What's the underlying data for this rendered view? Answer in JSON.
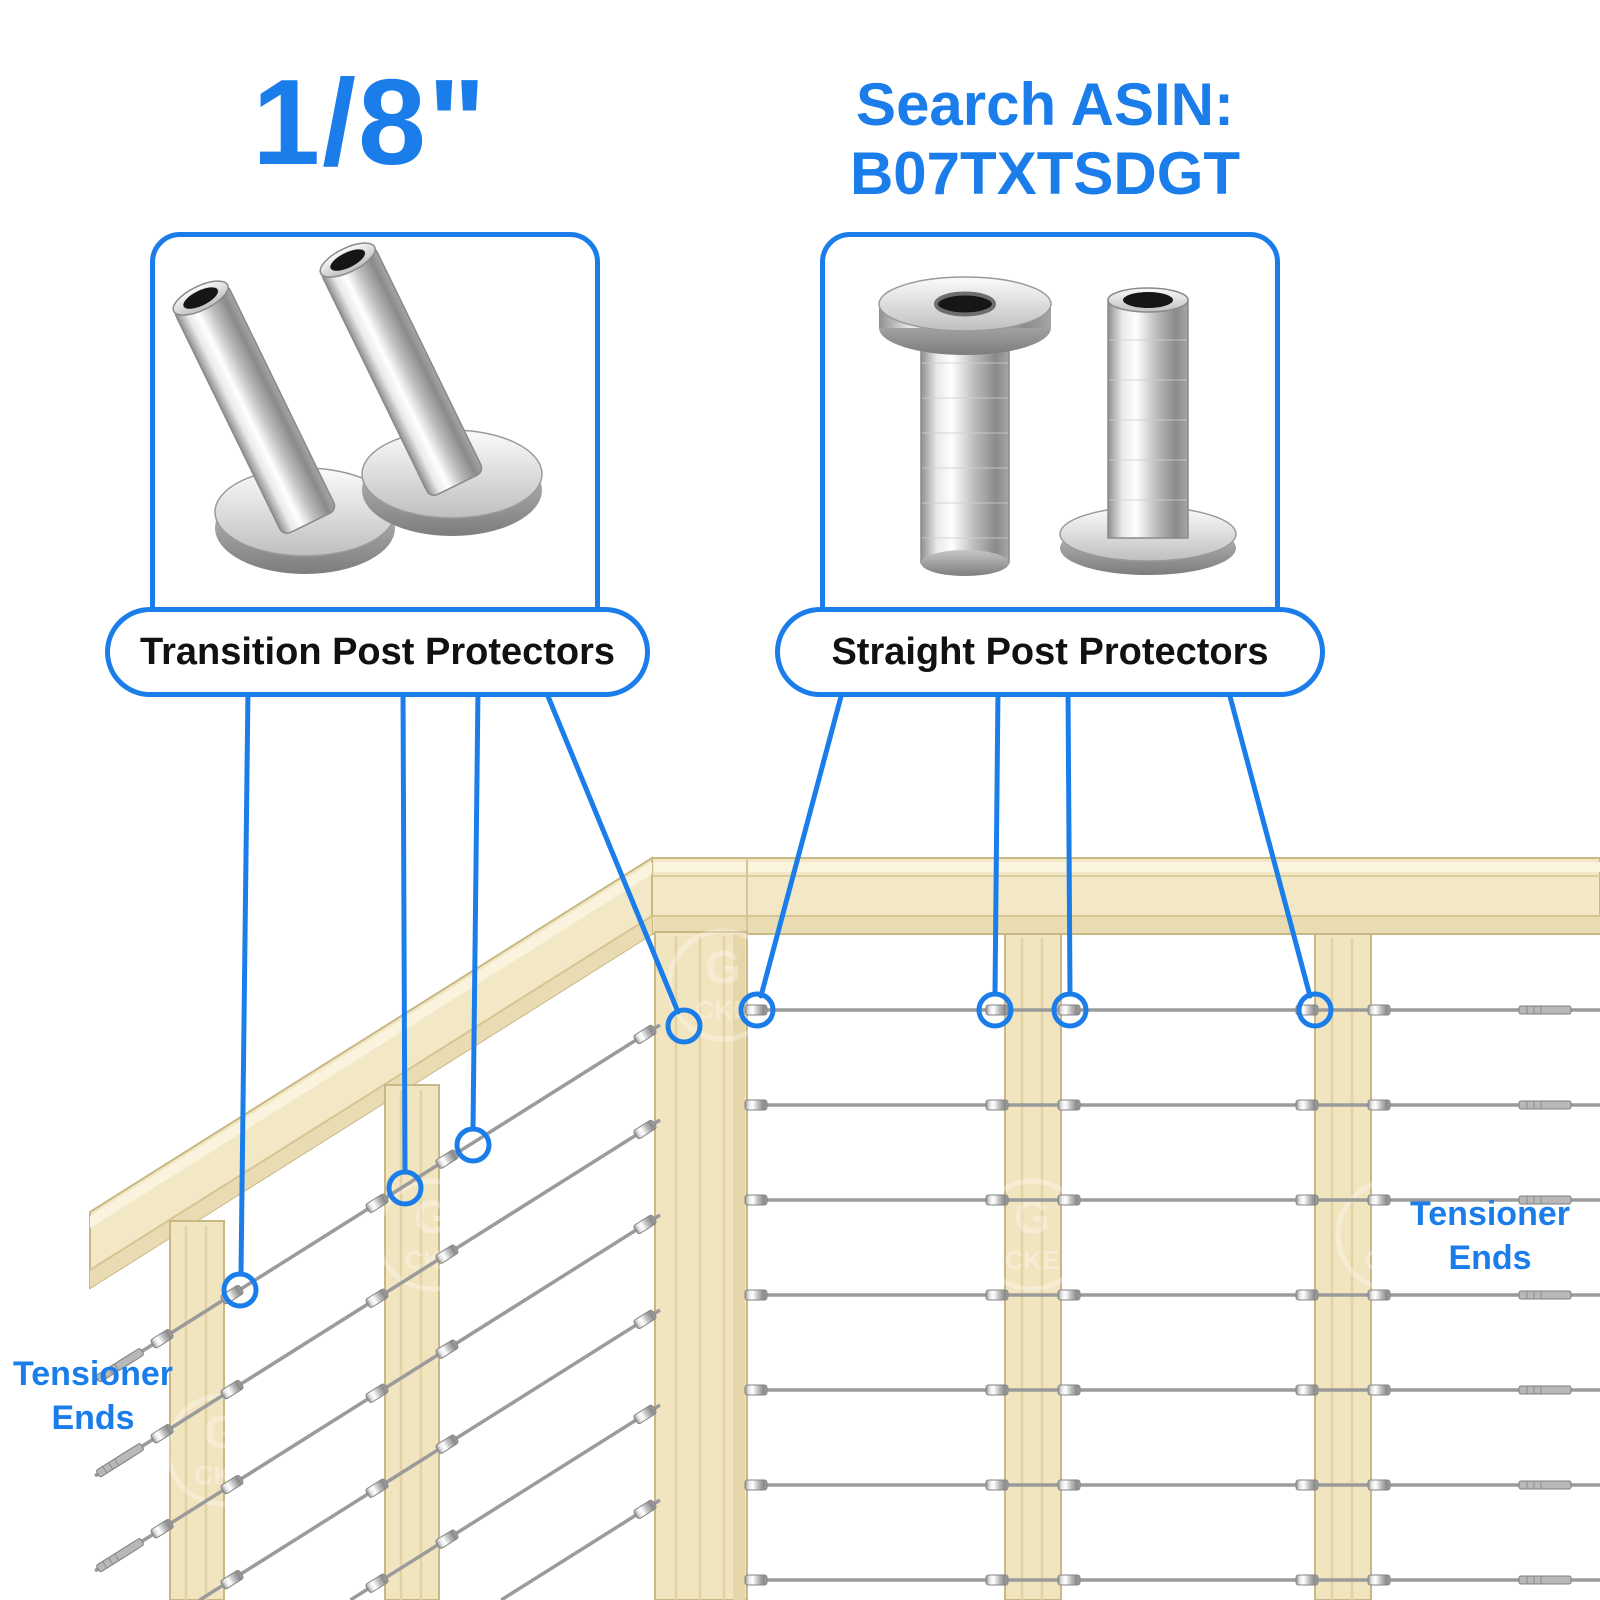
{
  "title": "1/8\"",
  "asin": {
    "line1": "Search ASIN:",
    "line2": "B07TXTSDGT"
  },
  "labels": {
    "transition": "Transition Post Protectors",
    "straight": "Straight Post Protectors"
  },
  "tensioner_left": {
    "line1": "Tensioner",
    "line2": "Ends"
  },
  "tensioner_right": {
    "line1": "Tensioner",
    "line2": "Ends"
  },
  "watermark": {
    "letter": "G",
    "text": "CKE"
  },
  "colors": {
    "accent": "#1A7DEA",
    "wood": "#F3E8C6",
    "wood_dark": "#D9C89A",
    "cable": "#9B9B9B",
    "metal_light": "#F2F2F2",
    "metal_dark": "#8D8D8D",
    "hole": "#161616",
    "label_text": "#111111"
  }
}
